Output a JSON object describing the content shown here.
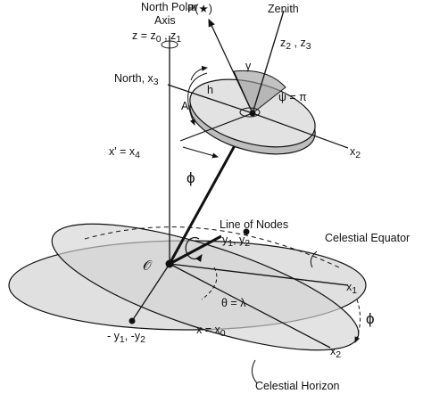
{
  "labels": {
    "north_polar_axis_line1": "North Polar",
    "north_polar_axis_line2": "Axis",
    "z_eq": "z = z",
    "z_sub0": "0",
    "z_comma": " , z",
    "z_sub1": "1",
    "p_star": "P(★)",
    "zenith": "Zenith",
    "z2z3_z": "z",
    "z2z3_sub2": "2",
    "z2z3_comma": " , z",
    "z2z3_sub3": "3",
    "gamma": "γ",
    "north_x3_a": "North, x",
    "north_x3_sub": "3",
    "h": "h",
    "A": "A",
    "psi_pi": "ψ = π",
    "xprime_a": "x' = x",
    "xprime_sub": "4",
    "x2_top_a": "x",
    "x2_top_sub": "2",
    "phi_top": "ϕ",
    "line_of_nodes": "Line of Nodes",
    "y1y2_a": "y",
    "y1y2_sub1": "1",
    "y1y2_comma": ", y",
    "y1y2_sub2": "2",
    "celestial_equator": "Celestial Equator",
    "origin": "𝒪",
    "x1_a": "x",
    "x1_sub": "1",
    "phi_right": "ϕ",
    "theta_lambda": "θ = λ",
    "neg_y_a": "- y",
    "neg_y_sub1": "1",
    "neg_y_comma": ", -y",
    "neg_y_sub2": "2",
    "x_x0_a": "x = x",
    "x_x0_sub": "0",
    "x2_bottom_a": "x",
    "x2_bottom_sub": "2",
    "celestial_horizon": "Celestial Horizon"
  },
  "colors": {
    "plane_fill": "#d9d9d9",
    "disk_fill": "#cfcfcf",
    "stroke": "#111111"
  }
}
